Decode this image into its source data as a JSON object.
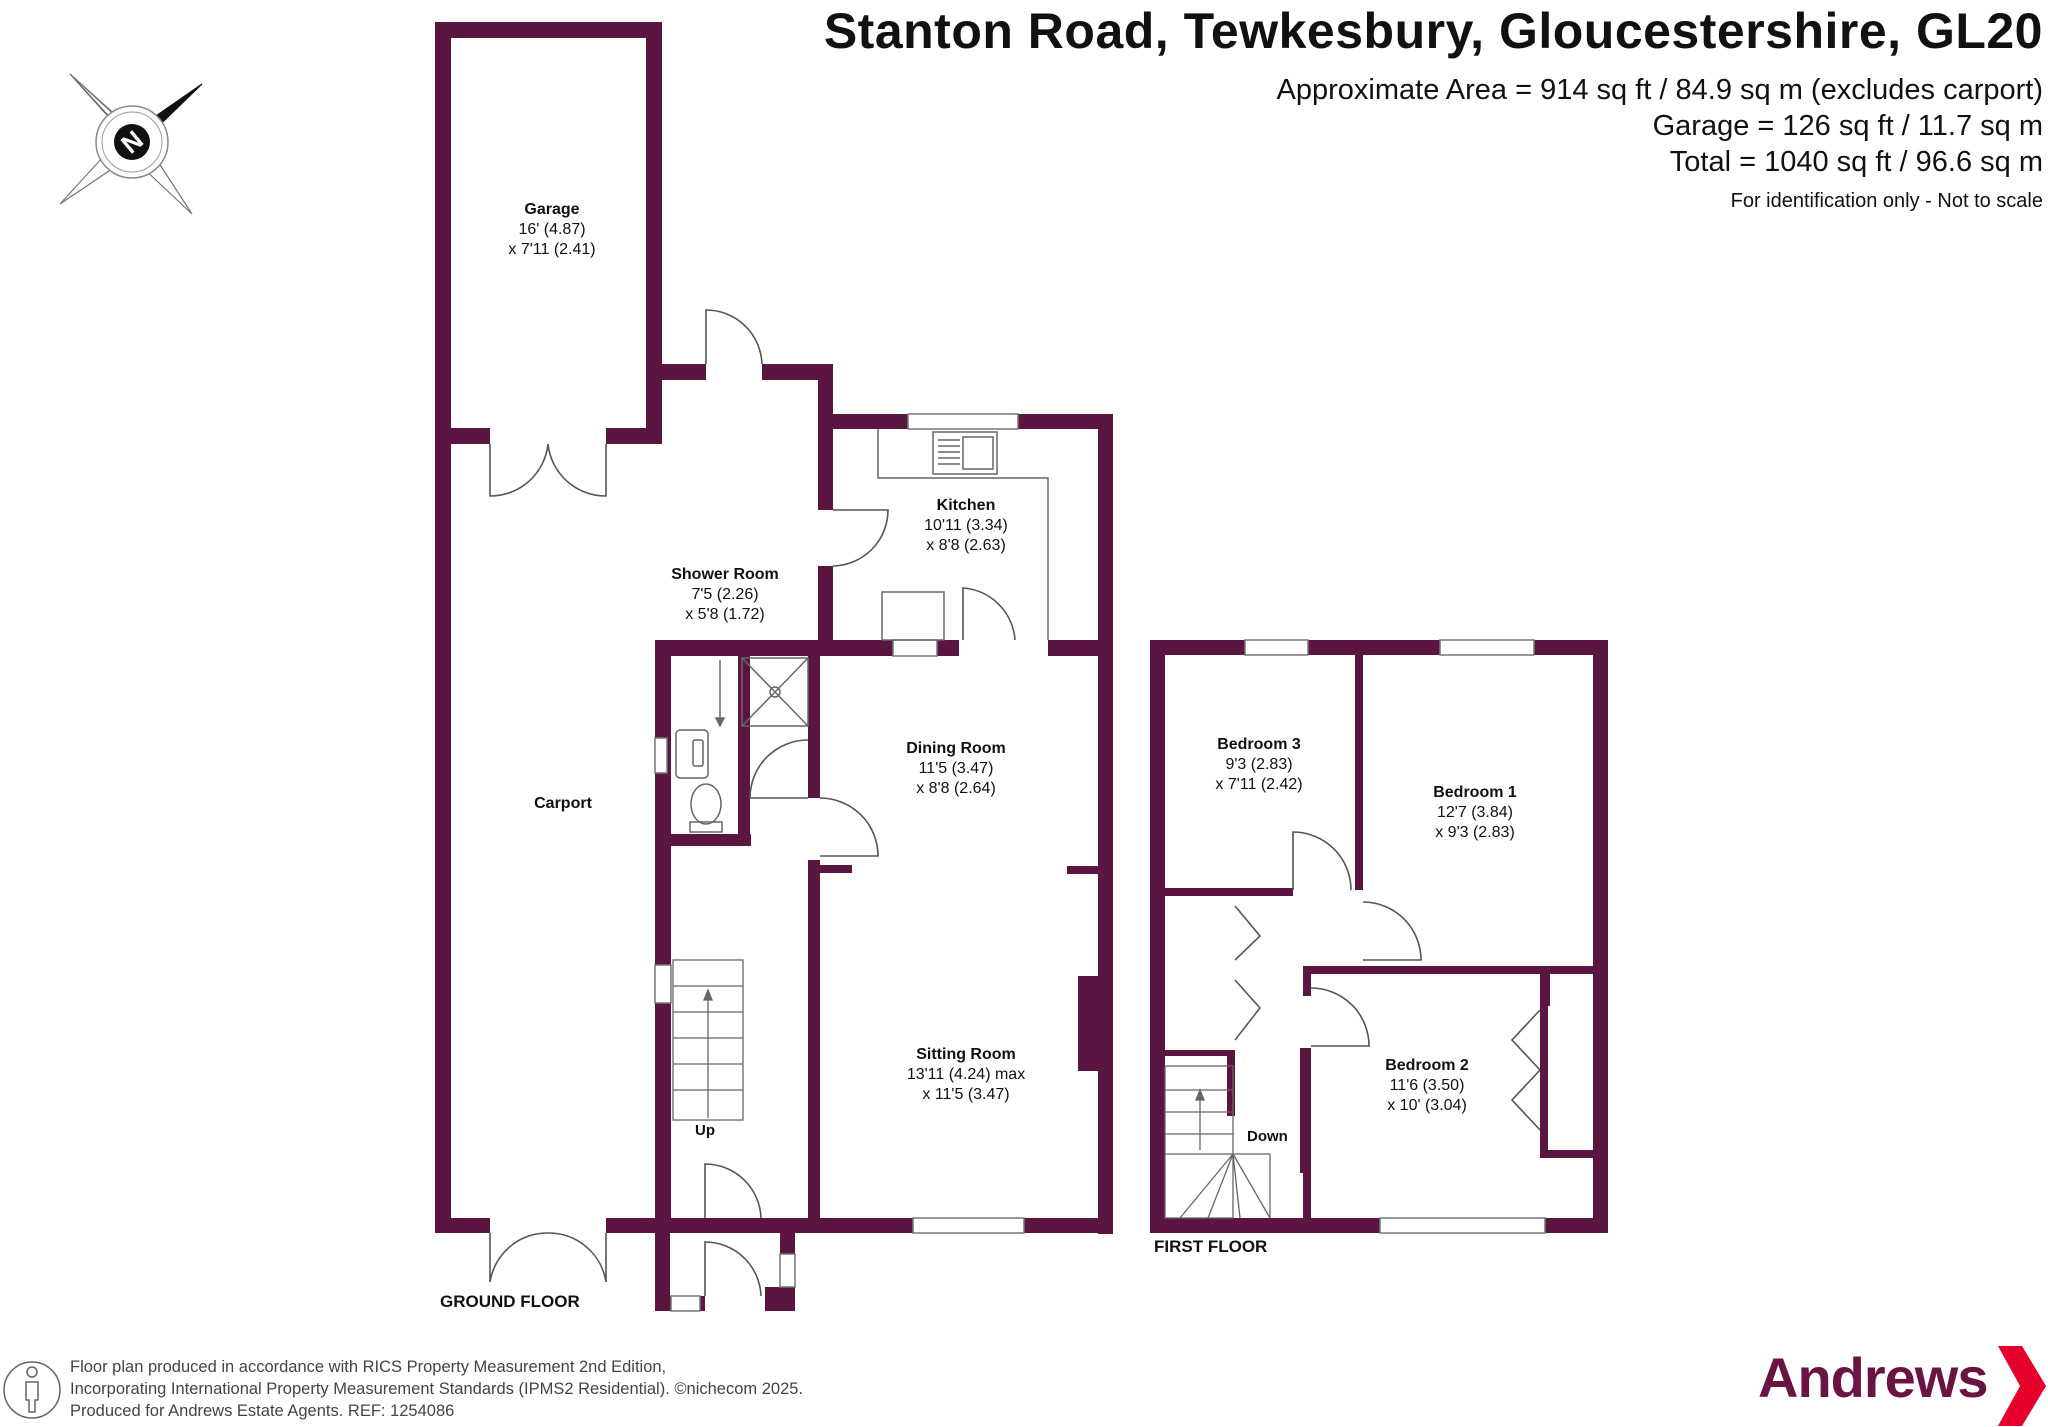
{
  "header": {
    "title": "Stanton Road, Tewkesbury, Gloucestershire, GL20",
    "area_approx": "Approximate Area = 914 sq ft / 84.9 sq m (excludes carport)",
    "area_garage": "Garage = 126 sq ft / 11.7 sq m",
    "area_total": "Total = 1040 sq ft / 96.6 sq m",
    "disclaimer": "For identification only - Not to scale"
  },
  "compass": {
    "icon": "north-compass-icon",
    "letter": "N"
  },
  "ground_floor": {
    "label": "GROUND FLOOR",
    "rooms": {
      "garage": {
        "name": "Garage",
        "dim1": "16' (4.87)",
        "dim2": "x 7'11 (2.41)"
      },
      "carport": {
        "name": "Carport"
      },
      "shower_room": {
        "name": "Shower Room",
        "dim1": "7'5 (2.26)",
        "dim2": "x 5'8 (1.72)"
      },
      "kitchen": {
        "name": "Kitchen",
        "dim1": "10'11 (3.34)",
        "dim2": "x 8'8 (2.63)"
      },
      "dining_room": {
        "name": "Dining Room",
        "dim1": "11'5 (3.47)",
        "dim2": "x 8'8 (2.64)"
      },
      "sitting_room": {
        "name": "Sitting Room",
        "dim1": "13'11 (4.24) max",
        "dim2": "x 11'5 (3.47)"
      }
    },
    "stairs_label": "Up"
  },
  "first_floor": {
    "label": "FIRST FLOOR",
    "rooms": {
      "bedroom3": {
        "name": "Bedroom 3",
        "dim1": "9'3 (2.83)",
        "dim2": "x 7'11 (2.42)"
      },
      "bedroom1": {
        "name": "Bedroom 1",
        "dim1": "12'7 (3.84)",
        "dim2": "x 9'3 (2.83)"
      },
      "bedroom2": {
        "name": "Bedroom 2",
        "dim1": "11'6 (3.50)",
        "dim2": "x 10' (3.04)"
      }
    },
    "stairs_label": "Down"
  },
  "footer": {
    "line1": "Floor plan produced in accordance with RICS Property Measurement 2nd Edition,",
    "line2": "Incorporating International Property Measurement Standards (IPMS2 Residential).   ©nichecom 2025.",
    "line3": "Produced for Andrews Estate Agents.   REF: 1254086",
    "icon": "person-icon"
  },
  "brand": {
    "name": "Andrews",
    "icon": "chevron-right-icon"
  },
  "colors": {
    "wall": "#5b1541",
    "brand": "#6a1444",
    "accent": "#e4002b"
  }
}
